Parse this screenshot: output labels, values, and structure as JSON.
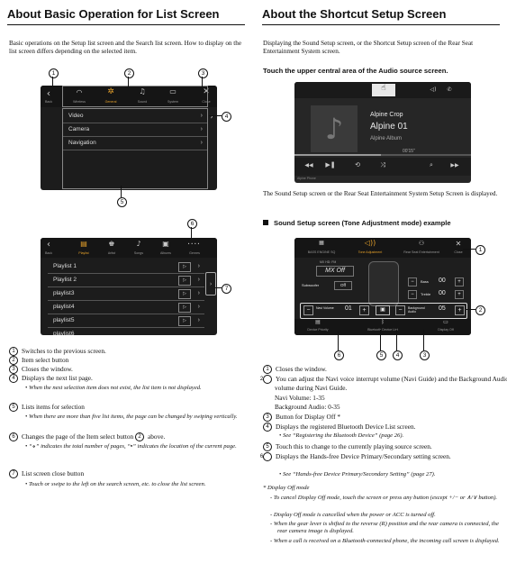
{
  "left": {
    "title": "About Basic Operation for List Screen",
    "intro": "Basic operations on the Setup list screen and the Search list screen. How to display on the list screen differs depending on the selected item.",
    "screen1": {
      "callouts": [
        "1",
        "2",
        "3",
        "4",
        "5"
      ],
      "toolbar": [
        "Back",
        "Wireless",
        "General",
        "Sound",
        "System",
        "Close"
      ],
      "items": [
        "Video",
        "Camera",
        "Navigation"
      ]
    },
    "screen2": {
      "callouts": [
        "6",
        "7"
      ],
      "toolbar": [
        "Back",
        "Playlist",
        "Artist",
        "Songs",
        "Albums",
        "Genres"
      ],
      "page_indicator": "• • • •",
      "items": [
        "Playlist 1",
        "Playlist 2",
        "playlist3",
        "playlist4",
        "playlist5",
        "playlist6"
      ],
      "play_glyph": "▷"
    },
    "legend": [
      {
        "n": "1",
        "text": "Switches to the previous screen."
      },
      {
        "n": "2",
        "text": "Item select button"
      },
      {
        "n": "3",
        "text": "Closes the window."
      },
      {
        "n": "4",
        "text": "Displays the next list page."
      },
      {
        "n": "5",
        "text": "Lists items for selection"
      },
      {
        "n": "6",
        "text": "Changes the page of the Item select button"
      },
      {
        "n": "7",
        "text": "List screen close button"
      }
    ],
    "legend_notes": {
      "n4": "When the next selection item does not exist, the list item is not displayed.",
      "n5": "When there are more than five list items, the page can be changed by swiping vertically.",
      "n6_pre": "“",
      "n6_a": "” indicates the total number of pages, “",
      "n6_b": "” indicates the location of the current page.",
      "n6_tail": "above.",
      "n6_ref": "2",
      "n7": "Touch or swipe to the left on the search screen, etc. to close the list screen."
    }
  },
  "right": {
    "title": "About the Shortcut Setup Screen",
    "intro": "Displaying the Sound Setup screen, or the Shortcut Setup screen of the Rear Seat Entertainment System screen.",
    "instruction": "Touch the upper central area of the Audio source screen.",
    "audio": {
      "title": "Alpine Crop",
      "artist": "Alpine 01",
      "album": "Alpine Album",
      "time": "00'15\"",
      "source": "Alpine Phone"
    },
    "after_text": "The Sound Setup screen or the Rear Seat Entertainment System Setup Screen is displayed.",
    "section_title": "Sound Setup screen (Tone Adjustment mode) example",
    "sound": {
      "tabs": [
        "BASS ENGINE SQ",
        "Tone Adjustment",
        "Rear Seat Entertainment",
        "Close"
      ],
      "mx_label": "MX HD: FM",
      "mx_value": "MX Off",
      "sub_label": "Subwoofer",
      "sub_value": "Off",
      "bass_label": "Bass",
      "bass_value": "00",
      "treble_label": "Treble",
      "treble_value": "00",
      "navi_label": "Navi Volume",
      "navi_value": "01",
      "bg_label": "Background Audio",
      "bg_value": "05",
      "bottom": [
        "Device Priority",
        "Bluetooth Device List",
        "Display Off"
      ],
      "callouts": [
        "1",
        "2",
        "3",
        "4",
        "5",
        "6"
      ]
    },
    "legend": [
      {
        "n": "1",
        "text": "Closes the window."
      },
      {
        "n": "2",
        "text": "You can adjust the Navi voice interrupt volume (Navi Guide) and the Background Audio volume during Navi Guide."
      },
      {
        "n": "3",
        "text": "Button for Display Off *"
      },
      {
        "n": "4",
        "text": "Displays the registered Bluetooth Device List screen."
      },
      {
        "n": "5",
        "text": "Touch this to change to the currently playing source screen."
      },
      {
        "n": "6",
        "text": "Displays the Hands-free Device Primary/Secondary setting screen."
      }
    ],
    "navi_volume": "Navi Volume: 1-35",
    "bg_audio": "Background Audio: 0-35",
    "see4": "See “Registering the Bluetooth Device” (page 26).",
    "see6": "See “Hands-free Device Primary/Secondary Setting” (page 27).",
    "footnote_title": "* Display Off mode",
    "footnotes": [
      "To cancel Display Off mode, touch the screen or press any button (except +/− or ∧/∨ button).",
      "Display Off mode is cancelled when the power or ACC is turned off.",
      "When the gear lever is shifted to the reverse (R) position and the rear camera is connected, the rear camera image is displayed.",
      "When a call is received on a Bluetooth-connected phone, the incoming call screen is displayed."
    ]
  }
}
